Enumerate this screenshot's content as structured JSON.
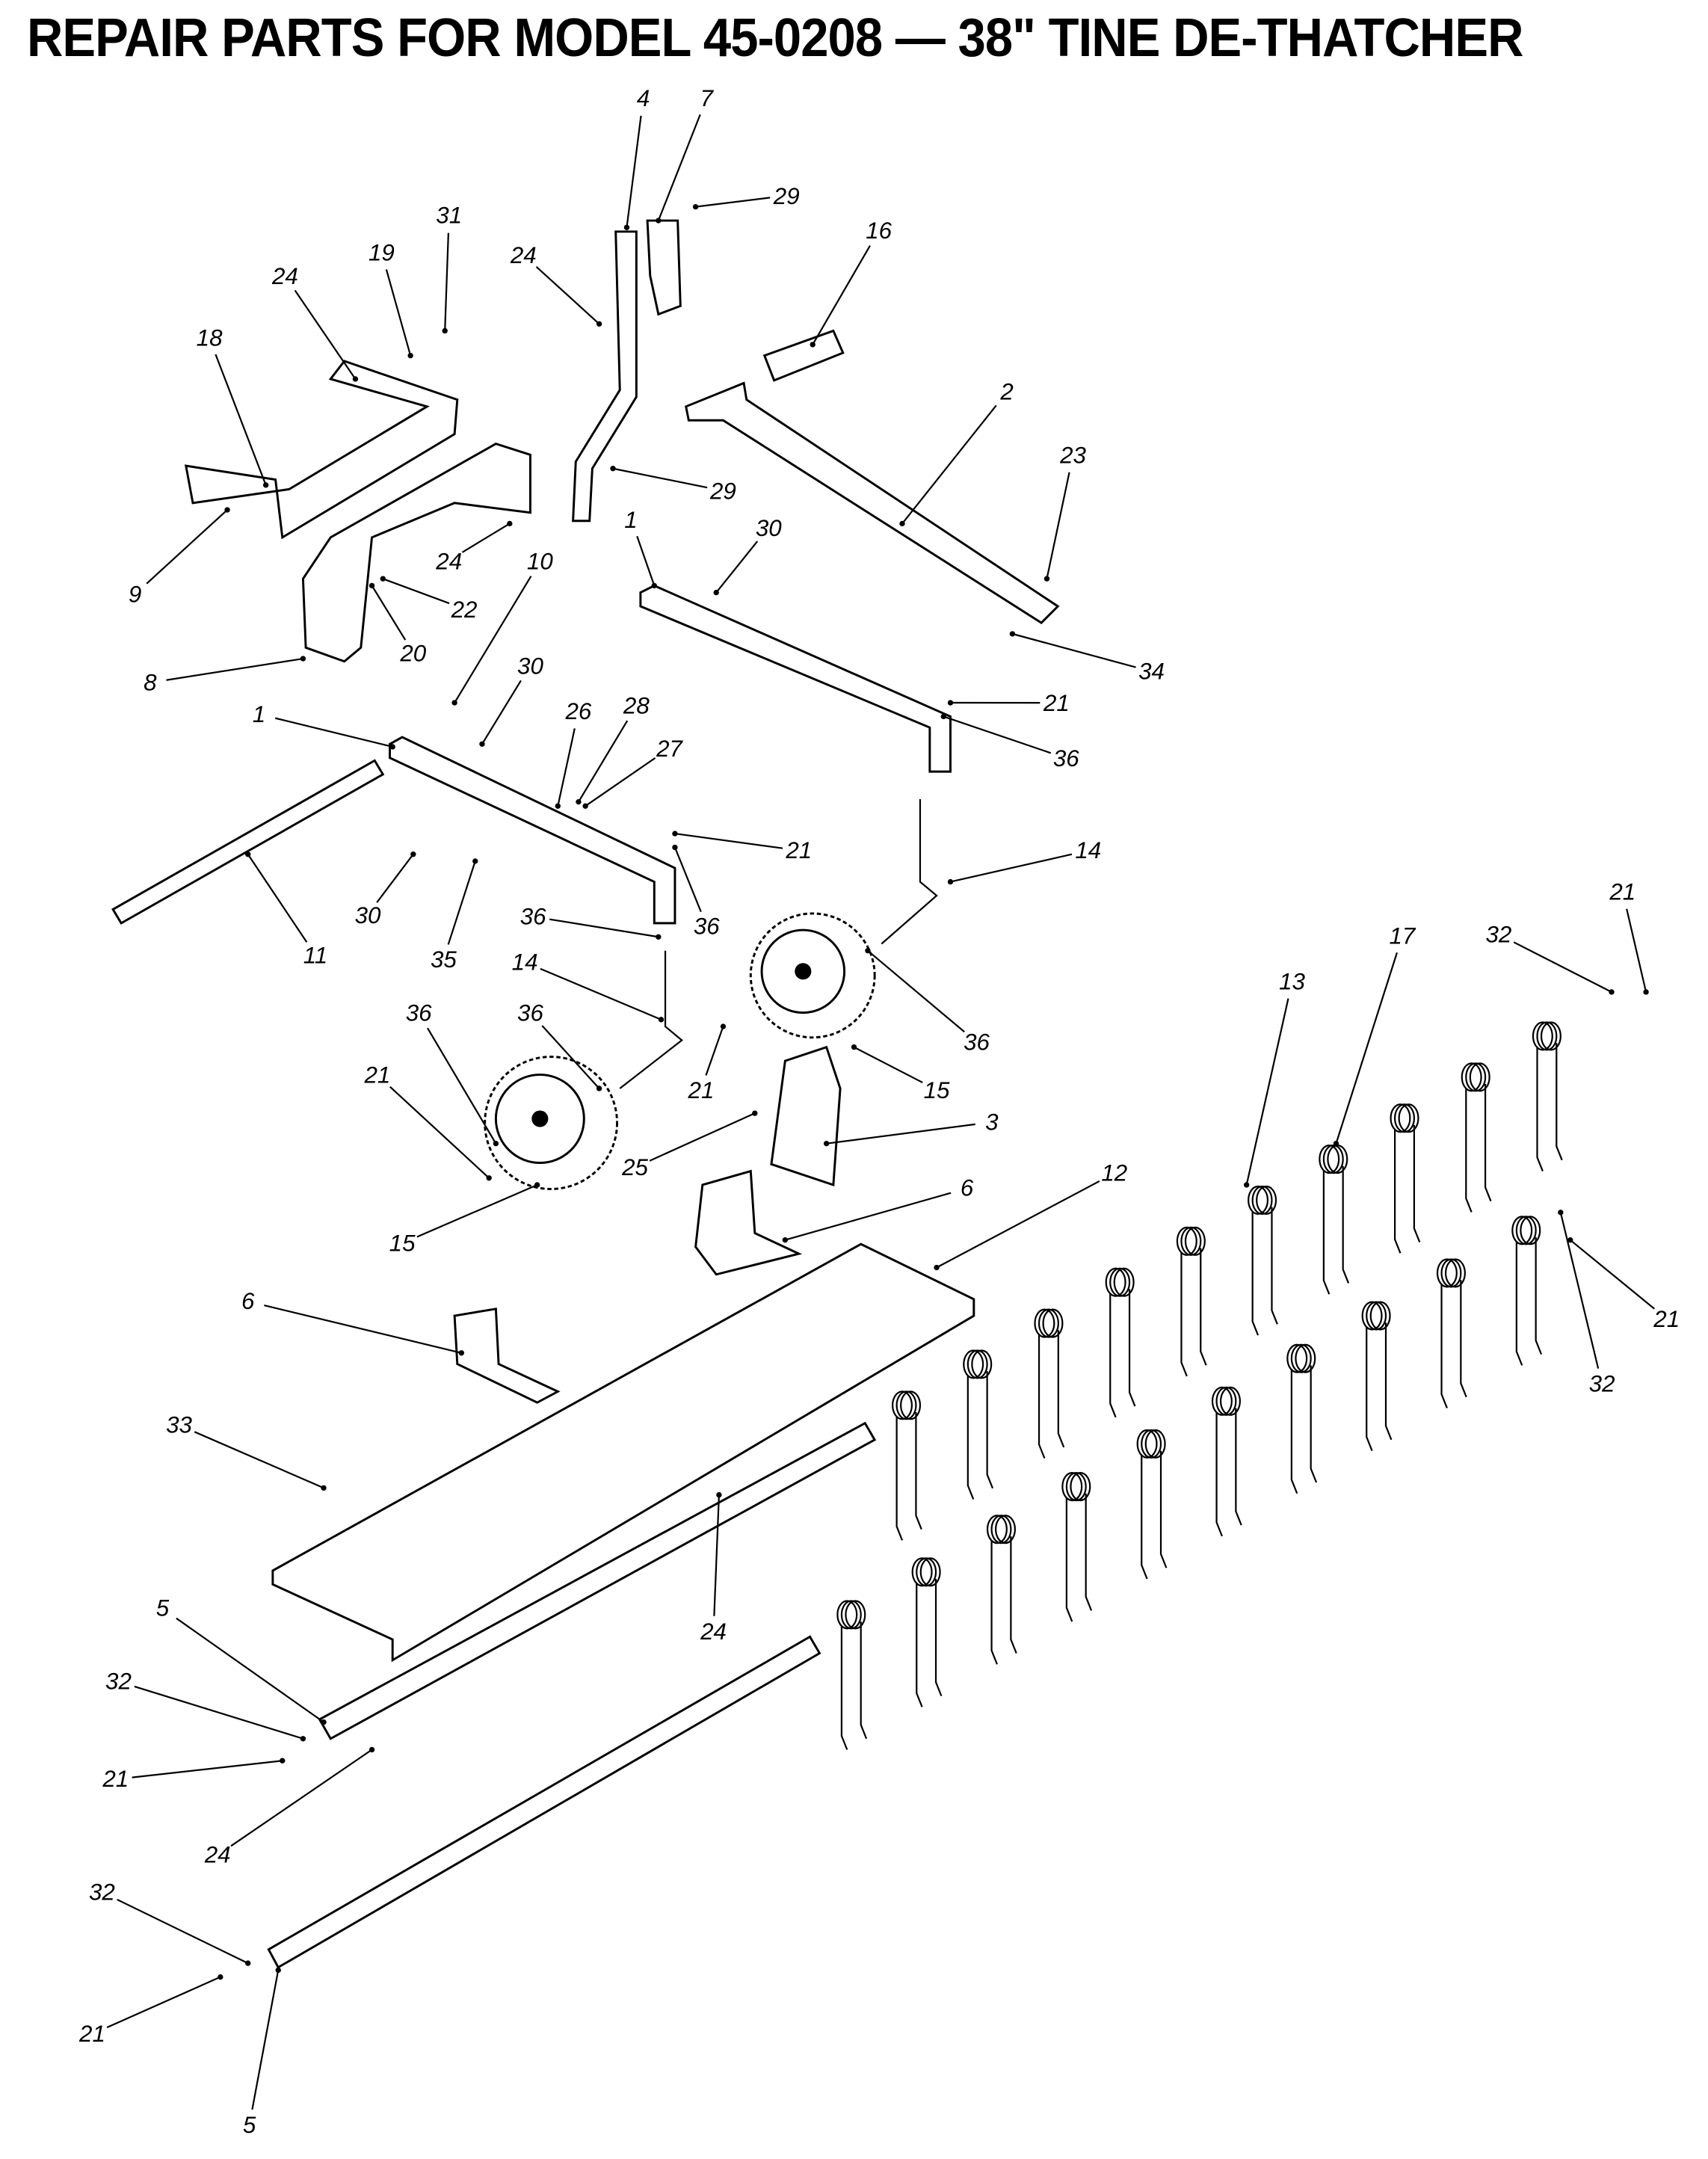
{
  "title": "REPAIR PARTS FOR MODEL 45-0208 — 38\" TINE DE-THATCHER",
  "callouts": [
    "4",
    "7",
    "29",
    "31",
    "16",
    "19",
    "24",
    "24",
    "18",
    "2",
    "23",
    "29",
    "1",
    "30",
    "24",
    "10",
    "9",
    "22",
    "20",
    "8",
    "34",
    "30",
    "21",
    "26",
    "28",
    "1",
    "27",
    "36",
    "21",
    "14",
    "30",
    "11",
    "35",
    "36",
    "36",
    "21",
    "17",
    "32",
    "13",
    "14",
    "36",
    "36",
    "36",
    "21",
    "15",
    "21",
    "3",
    "25",
    "12",
    "6",
    "15",
    "6",
    "21",
    "32",
    "33",
    "24",
    "5",
    "32",
    "21",
    "24",
    "32",
    "21",
    "5"
  ]
}
